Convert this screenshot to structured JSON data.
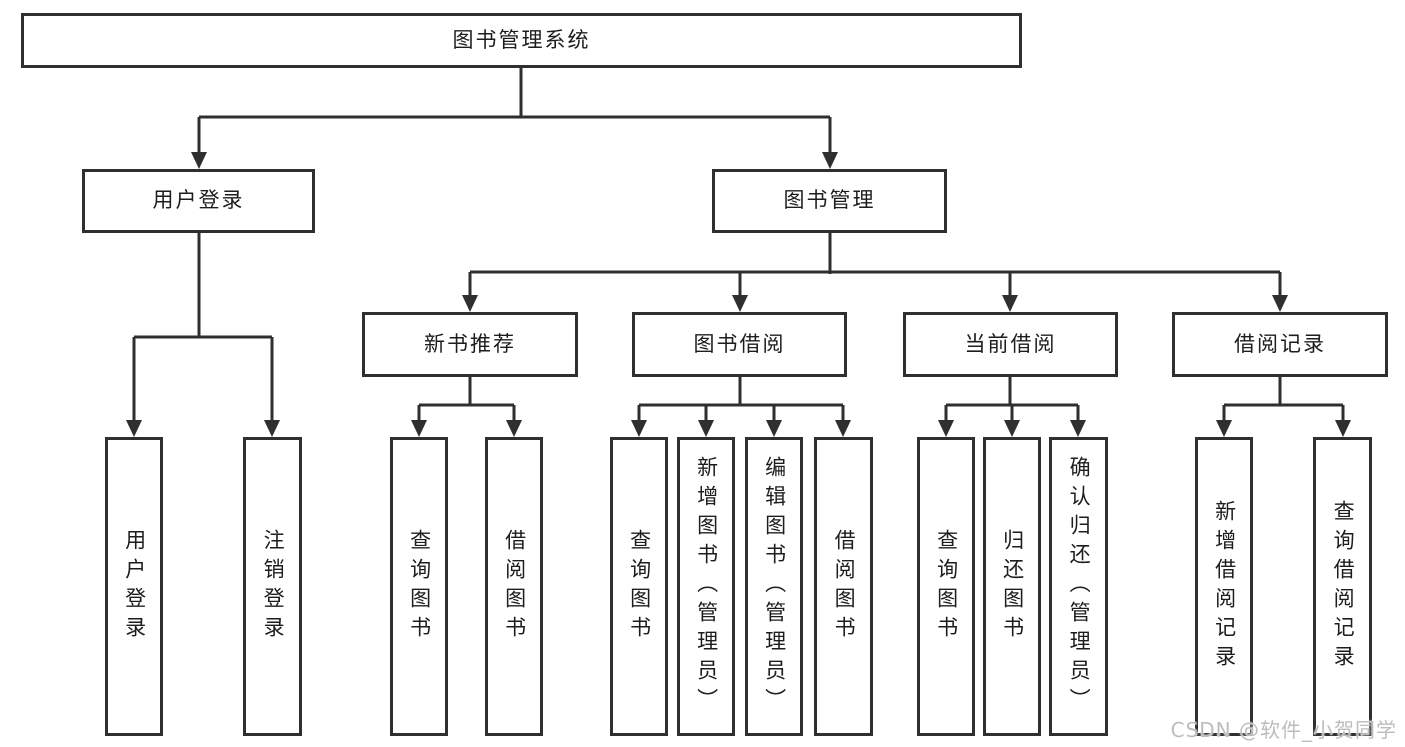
{
  "tree": {
    "title": "图书管理系统",
    "branches": [
      {
        "label": "用户登录",
        "children": [
          "用户登录",
          "注销登录"
        ]
      },
      {
        "label": "图书管理",
        "groups": [
          {
            "label": "新书推荐",
            "children": [
              "查询图书",
              "借阅图书"
            ]
          },
          {
            "label": "图书借阅",
            "children": [
              "查询图书",
              "新增图书（管理员）",
              "编辑图书（管理员）",
              "借阅图书"
            ]
          },
          {
            "label": "当前借阅",
            "children": [
              "查询图书",
              "归还图书",
              "确认归还（管理员）"
            ]
          },
          {
            "label": "借阅记录",
            "children": [
              "新增借阅记录",
              "查询借阅记录"
            ]
          }
        ]
      }
    ]
  },
  "watermark": {
    "text": "CSDN @软件_小贺同学"
  },
  "colors": {
    "line": "#2f2f2f",
    "box_border": "#2f2f2f",
    "text": "#1d1d1d",
    "watermark": "#bdbdbd",
    "background": "#ffffff"
  }
}
